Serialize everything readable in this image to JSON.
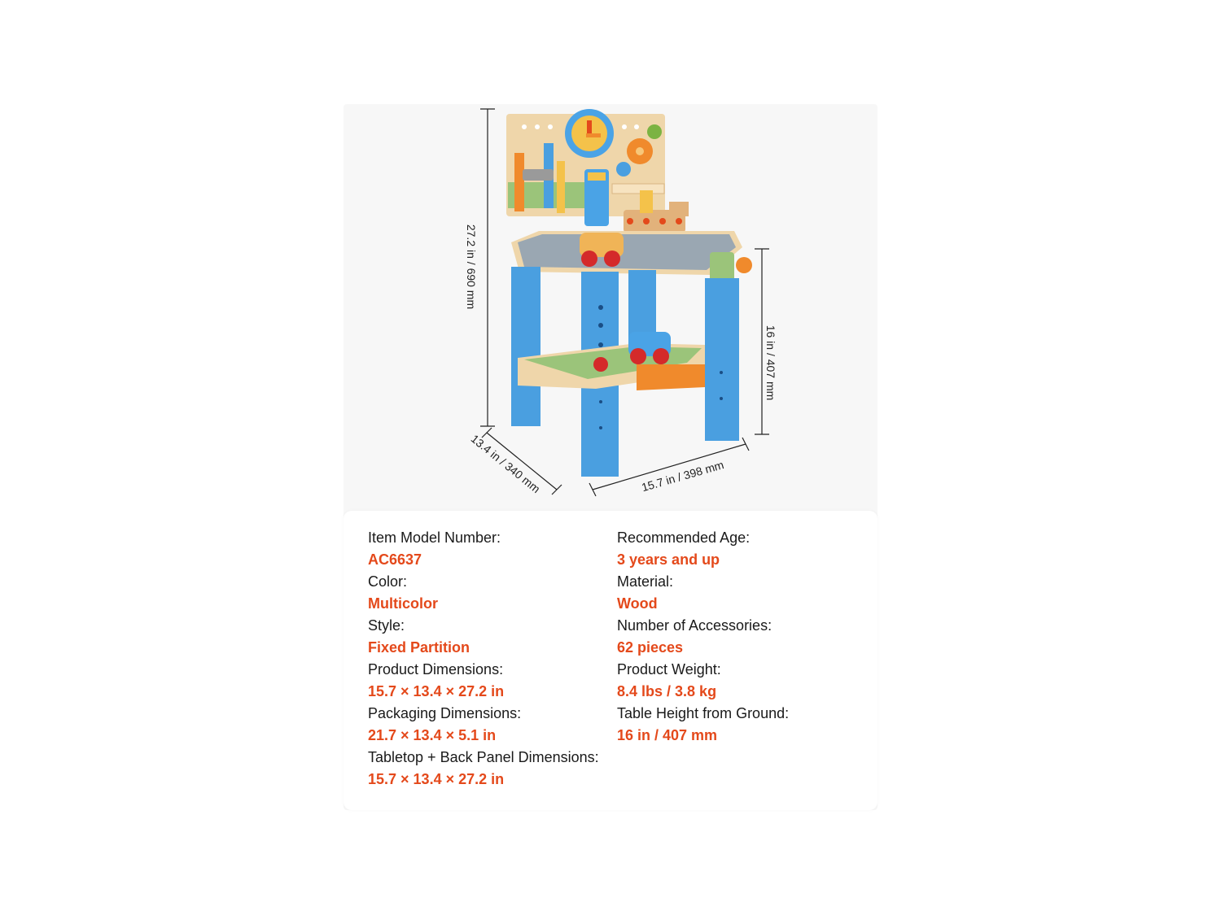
{
  "dimensions": {
    "height_total": "27.2 in / 690 mm",
    "table_height": "16 in / 407 mm",
    "depth": "13.4 in / 340 mm",
    "width": "15.7 in / 398 mm"
  },
  "specs": {
    "left": [
      {
        "label": "Item Model Number:",
        "value": "AC6637"
      },
      {
        "label": "Color:",
        "value": "Multicolor"
      },
      {
        "label": "Style:",
        "value": "Fixed Partition"
      },
      {
        "label": "Product Dimensions:",
        "value": "15.7 × 13.4 × 27.2 in"
      },
      {
        "label": "Packaging Dimensions:",
        "value": "21.7 × 13.4 × 5.1 in"
      },
      {
        "label": "Tabletop + Back Panel Dimensions:",
        "value": "15.7 × 13.4 × 27.2 in"
      }
    ],
    "right": [
      {
        "label": "Recommended Age:",
        "value": "3 years and up"
      },
      {
        "label": "Material:",
        "value": "Wood"
      },
      {
        "label": "Number of Accessories:",
        "value": "62 pieces"
      },
      {
        "label": "Product Weight:",
        "value": "8.4 lbs / 3.8 kg"
      },
      {
        "label": "Table Height from Ground:",
        "value": "16 in /  407 mm"
      }
    ]
  },
  "colors": {
    "accent": "#e4491b",
    "leg_blue": "#4a9fe0",
    "wood": "#f2d9b0"
  }
}
